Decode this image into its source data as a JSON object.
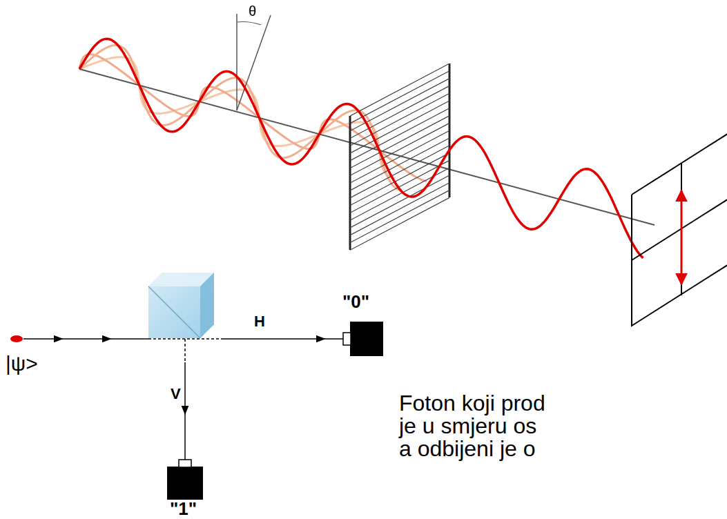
{
  "diagram": {
    "labels": [
      "θ",
      "\"0\"",
      "H",
      "|ψ>",
      "V",
      "\"1\"",
      "Foton koji prod",
      "je u smjeru os",
      "a odbijeni je o"
    ]
  }
}
